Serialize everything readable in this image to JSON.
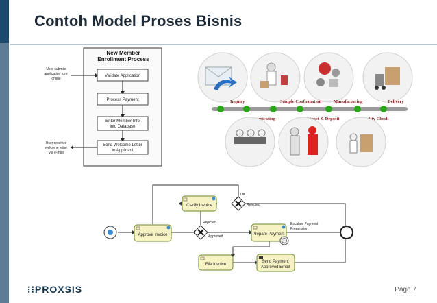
{
  "slide": {
    "title": "Contoh Model Proses Bisnis",
    "logo": "PROXSIS",
    "page": "Page 7"
  },
  "enrollment": {
    "heading1": "New Member",
    "heading2": "Enrollment Process",
    "steps": [
      "Validate Application",
      "Process Payment",
      "Enter Member Info",
      "into Database",
      "Send Welcome Letter",
      "to Applicant"
    ],
    "in_note": [
      "User submits",
      "application form",
      "online"
    ],
    "out_note": [
      "User receives",
      "welcome letter",
      "via e-mail"
    ]
  },
  "lifecycle": {
    "top_stages": [
      "Inquiry",
      "Sample Confirmation",
      "Manufacturing",
      "Delivery"
    ],
    "bottom_stages": [
      "Communicating",
      "Contract & Deposit",
      "Quality Check"
    ],
    "accent": "#2aa81a"
  },
  "invoice": {
    "tasks": {
      "clarify": "Clarify Invoice",
      "approve": "Approve Invoice",
      "prepare": "Prepare Payment",
      "file": "File Invoice",
      "send1": "Send Payment",
      "send2": "Approved Email"
    },
    "labels": {
      "ok": "OK",
      "rejected_top": "Rejected",
      "rejected": "Rejected",
      "approved": "Approved",
      "escalate1": "Escalate Payment",
      "escalate2": "Preparation"
    },
    "task_fill": "#f6f2c4",
    "task_stroke": "#6a8a2a"
  }
}
